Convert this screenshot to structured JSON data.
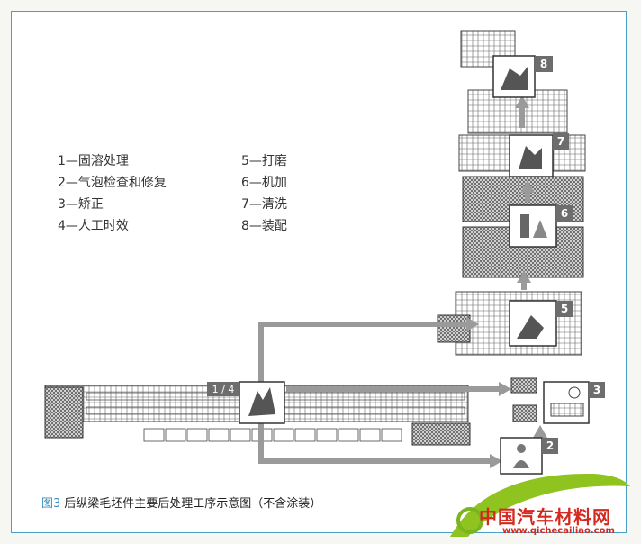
{
  "legend": {
    "col1": [
      "1—固溶处理",
      "2—气泡检查和修复",
      "3—矫正",
      "4—人工时效"
    ],
    "col2": [
      "5—打磨",
      "6—机加",
      "7—清洗",
      "8—装配"
    ]
  },
  "stations": {
    "s1_4": "1 / 4",
    "s2": "2",
    "s3": "3",
    "s5": "5",
    "s6": "6",
    "s7": "7",
    "s8": "8"
  },
  "caption": {
    "figure_label": "图3",
    "text": "后纵梁毛坯件主要后处理工序示意图（不含涂装）"
  },
  "watermark": {
    "site_name": "中国汽车材料网",
    "url": "www.qichecailiao.com"
  },
  "colors": {
    "frame": "#4a9fc4",
    "arrow": "#999999",
    "badge": "#6d6d6d",
    "caption_label": "#3b8fc0",
    "watermark": "#d5291f"
  }
}
